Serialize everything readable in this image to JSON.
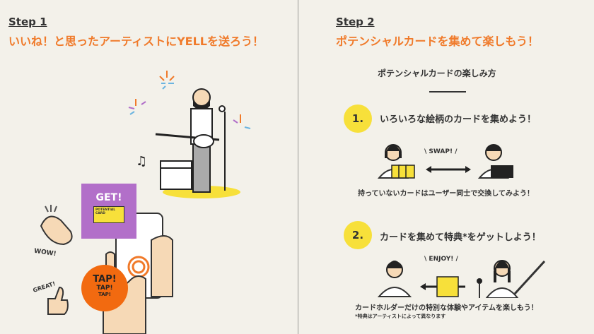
{
  "step1": {
    "label": "Step 1",
    "title": "いいね！と思ったアーティストにYELLを送ろう！",
    "get_label": "GET!",
    "card_label": "POTENTIAL CARD",
    "tap": [
      "TAP!",
      "TAP!",
      "TAP!"
    ],
    "wow": "WOW!",
    "great": "GREAT!"
  },
  "step2": {
    "label": "Step 2",
    "title": "ポテンシャルカードを集めて楽しもう！",
    "subtitle": "ポテンシャルカードの楽しみ方",
    "items": [
      {
        "number": "1.",
        "heading": "いろいろな絵柄のカードを集めよう！",
        "tag": "\\ SWAP! /",
        "caption": "持っていないカードはユーザー同士で交換してみよう！"
      },
      {
        "number": "2.",
        "heading": "カードを集めて特典*をゲットしよう！",
        "tag": "\\ ENJOY! /",
        "caption": "カードホルダーだけの特別な体験やアイテムを楽しもう！",
        "note": "*特典はアーティストによって異なります"
      }
    ]
  },
  "colors": {
    "accent": "#f07a2a",
    "yellow": "#f7e03a",
    "purple": "#b26fc9",
    "tap": "#f26a10"
  }
}
